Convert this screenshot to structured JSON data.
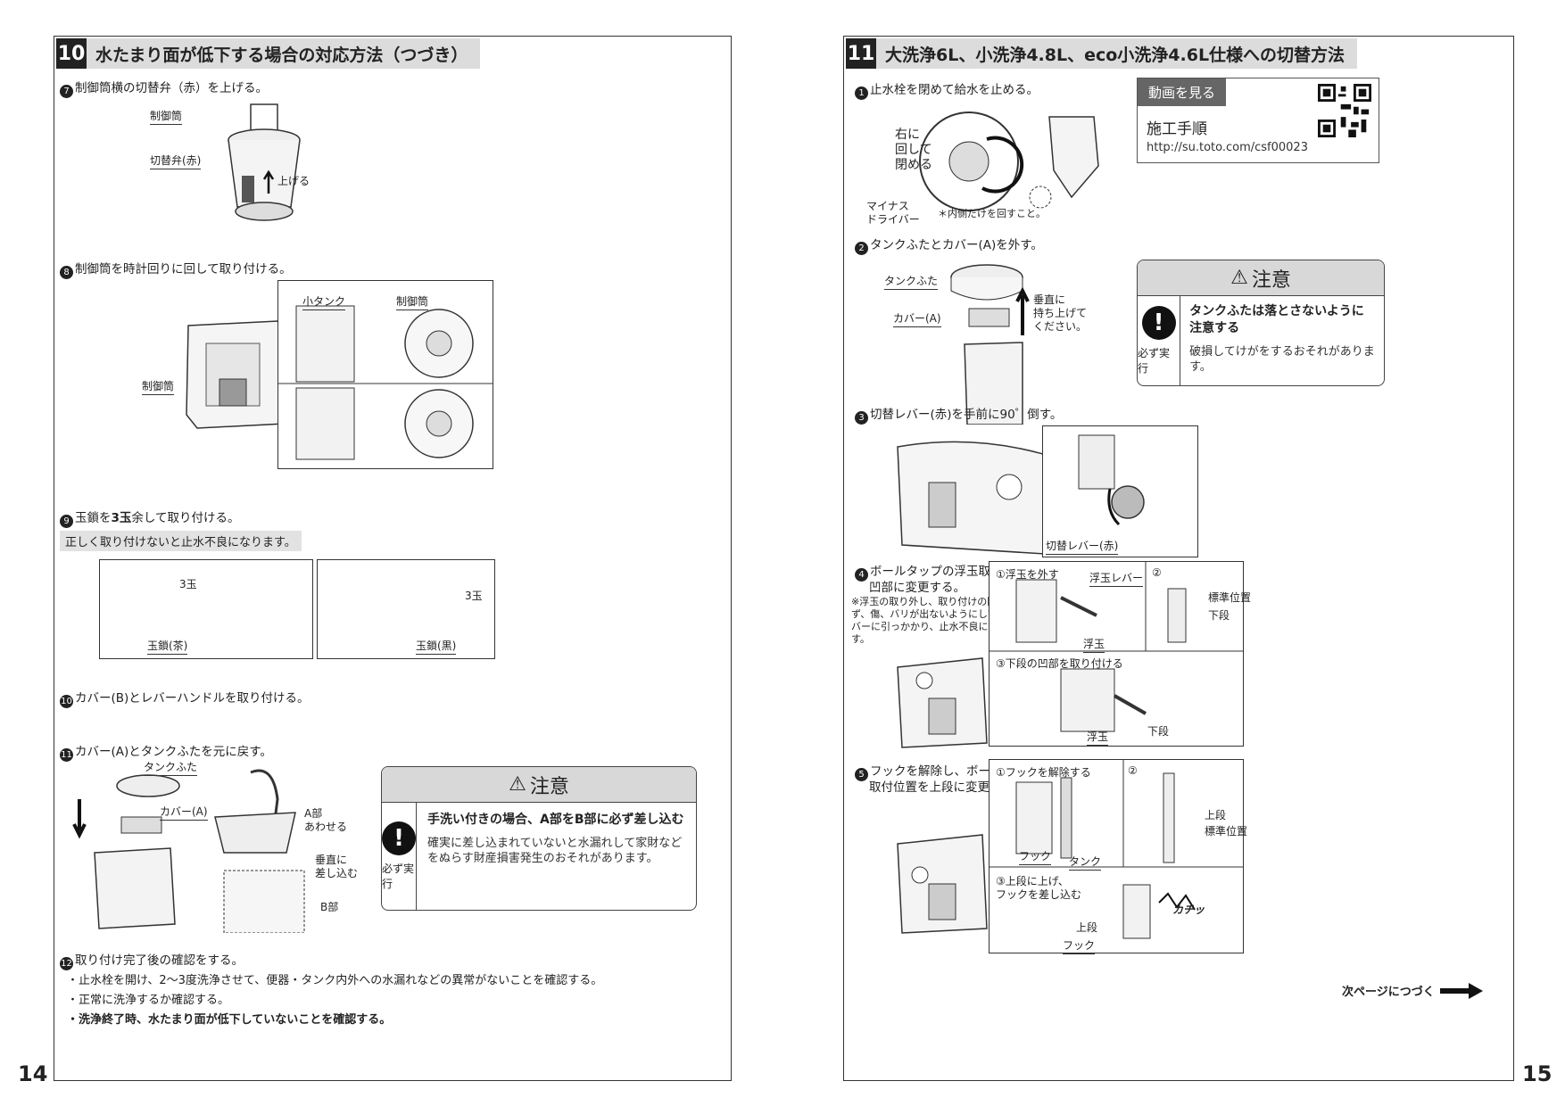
{
  "left": {
    "section_num": "10",
    "section_title": "水たまり面が低下する場合の対応方法（つづき）",
    "step7": "制御筒横の切替弁（赤）を上げる。",
    "step7_labels": {
      "seigyo": "制御筒",
      "kirikae": "切替弁(赤)",
      "ageru": "上げる"
    },
    "step8": "制御筒を時計回りに回して取り付ける。",
    "step8_labels": {
      "seigyo": "制御筒",
      "small_tank": "小タンク",
      "seigyo2": "制御筒"
    },
    "step9_a": "玉鎖を",
    "step9_b": "3玉",
    "step9_c": "余して取り付ける。",
    "step9_note": "正しく取り付けないと止水不良になります。",
    "step9_labels": {
      "three1": "3玉",
      "brown": "玉鎖(茶)",
      "three2": "3玉",
      "black": "玉鎖(黒)"
    },
    "step10": "カバー(B)とレバーハンドルを取り付ける。",
    "step11": "カバー(A)とタンクふたを元に戻す。",
    "step11_labels": {
      "lid": "タンクふた",
      "cover": "カバー(A)",
      "a_part": "A部\nあわせる",
      "vertical": "垂直に\n差し込む",
      "b_part": "B部"
    },
    "caution": {
      "title": "注意",
      "must": "必ず実行",
      "bold": "手洗い付きの場合、A部をB部に必ず差し込む",
      "text": "確実に差し込まれていないと水漏れして家財などをぬらす財産損害発生のおそれがあります。"
    },
    "step12": "取り付け完了後の確認をする。",
    "checks": [
      "・止水栓を開け、2〜3度洗浄させて、便器・タンク内外への水漏れなどの異常がないことを確認する。",
      "・正常に洗浄するか確認する。"
    ],
    "check_bold": "・洗浄終了時、水たまり面が低下していないことを確認する。",
    "page_number": "14"
  },
  "right": {
    "section_num": "11",
    "section_title": "大洗浄6L、小洗浄4.8L、eco小洗浄4.6L仕様への切替方法",
    "step1": "止水栓を閉めて給水を止める。",
    "step1_labels": {
      "turn": "右に\n回して\n閉める",
      "driver": "マイナス\nドライバー",
      "inner": "＊内側だけを回すこと。"
    },
    "video": {
      "tag": "動画を見る",
      "title": "施工手順",
      "url": "http://su.toto.com/csf00023"
    },
    "step2": "タンクふたとカバー(A)を外す。",
    "step2_labels": {
      "lid": "タンクふた",
      "cover": "カバー(A)",
      "lift": "垂直に\n持ち上げて\nください。"
    },
    "caution": {
      "title": "注意",
      "must": "必ず実行",
      "bold": "タンクふたは落とさないように注意する",
      "text": "破損してけがをするおそれがあります。"
    },
    "step3": "切替レバー(赤)を手前に90゜倒す。",
    "step3_labels": {
      "lever": "切替レバー(赤)"
    },
    "step4_line1": "ボールタップの浮玉取付位置を下段の",
    "step4_line2": "凹部に変更する。",
    "step4_note": "※浮玉の取り外し、取り付けの際は無理に力を加えず、傷、バリが出ないようにしてください。浮玉レバーに引っかかり、止水不良になる可能性があります。",
    "step4_labels": {
      "sub1": "①浮玉を外す",
      "sub2": "②",
      "float_lever": "浮玉レバー",
      "std": "標準位置",
      "lower": "下段",
      "float": "浮玉",
      "sub3": "③下段の凹部を取り付ける",
      "float2": "浮玉",
      "lower2": "下段"
    },
    "step5_line1": "フックを解除し、ボールタップのタンク",
    "step5_line2": "取付位置を上段に変更する。",
    "step5_labels": {
      "sub1": "①フックを解除する",
      "sub2": "②",
      "upper": "上段",
      "std": "標準位置",
      "hook": "フック",
      "tank": "タンク",
      "sub3": "③上段に上げ、\nフックを差し込む",
      "click": "カチッ",
      "upper2": "上段",
      "hook2": "フック"
    },
    "next": "次ページにつづく",
    "page_number": "15"
  }
}
